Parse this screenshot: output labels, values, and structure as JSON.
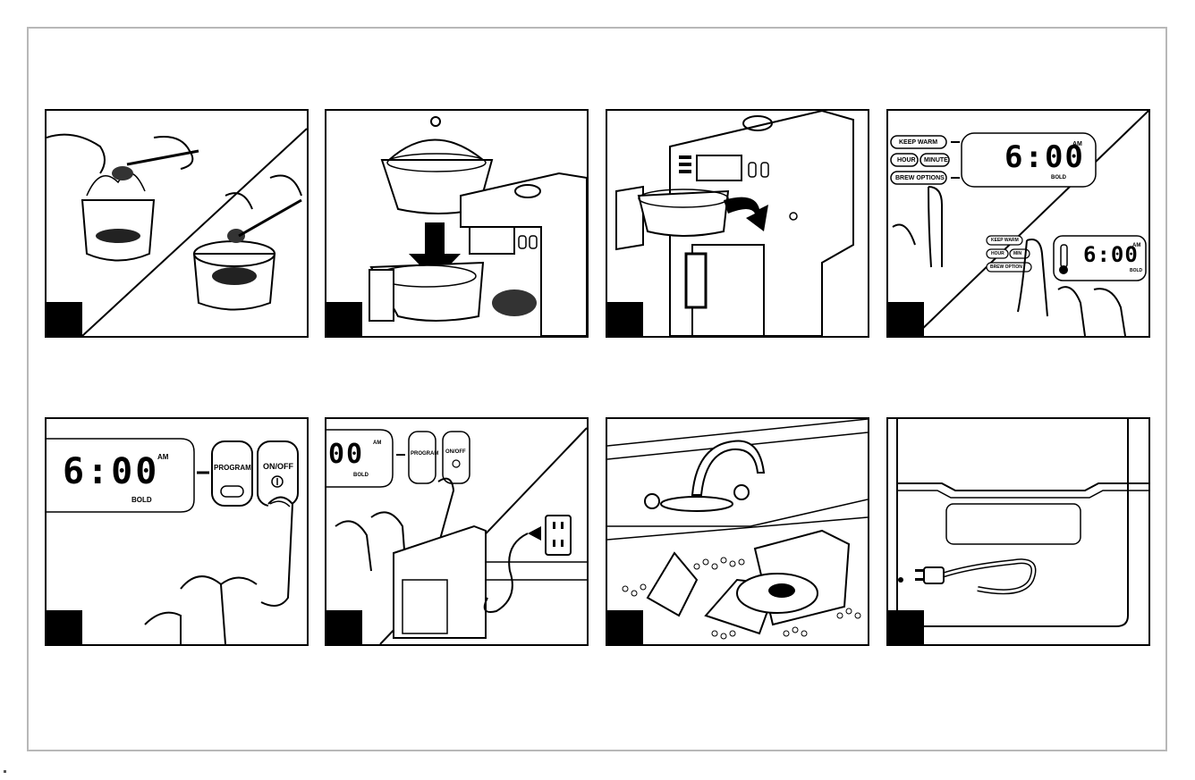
{
  "panels": [
    {
      "id": "step-1",
      "scene": "filter-basket-coffee"
    },
    {
      "id": "step-2",
      "scene": "insert-basket"
    },
    {
      "id": "step-3",
      "scene": "close-basket"
    },
    {
      "id": "step-4",
      "scene": "brew-options",
      "display": {
        "time": "6:00",
        "ampm": "AM",
        "mode": "BOLD"
      },
      "buttons": {
        "keep_warm": "KEEP WARM",
        "hour": "HOUR",
        "minute": "MINUTE",
        "brew_options": "BREW OPTIONS",
        "keep_warm_small": "KEEP WARM",
        "hour_small": "HOUR",
        "minute_small": "MIN",
        "brew_small": "BREW OPTION"
      }
    },
    {
      "id": "step-5",
      "scene": "on-off",
      "display": {
        "time": "6:00",
        "ampm": "AM",
        "mode": "BOLD"
      },
      "buttons": {
        "program": "PROGRAM",
        "onoff": "ON/OFF"
      }
    },
    {
      "id": "step-6",
      "scene": "unplug",
      "display": {
        "time": "00",
        "ampm": "AM",
        "mode": "BOLD"
      },
      "buttons": {
        "program": "PROGRAM",
        "onoff": "ON/OFF"
      }
    },
    {
      "id": "step-7",
      "scene": "wash-parts"
    },
    {
      "id": "step-8",
      "scene": "cord-storage"
    }
  ]
}
